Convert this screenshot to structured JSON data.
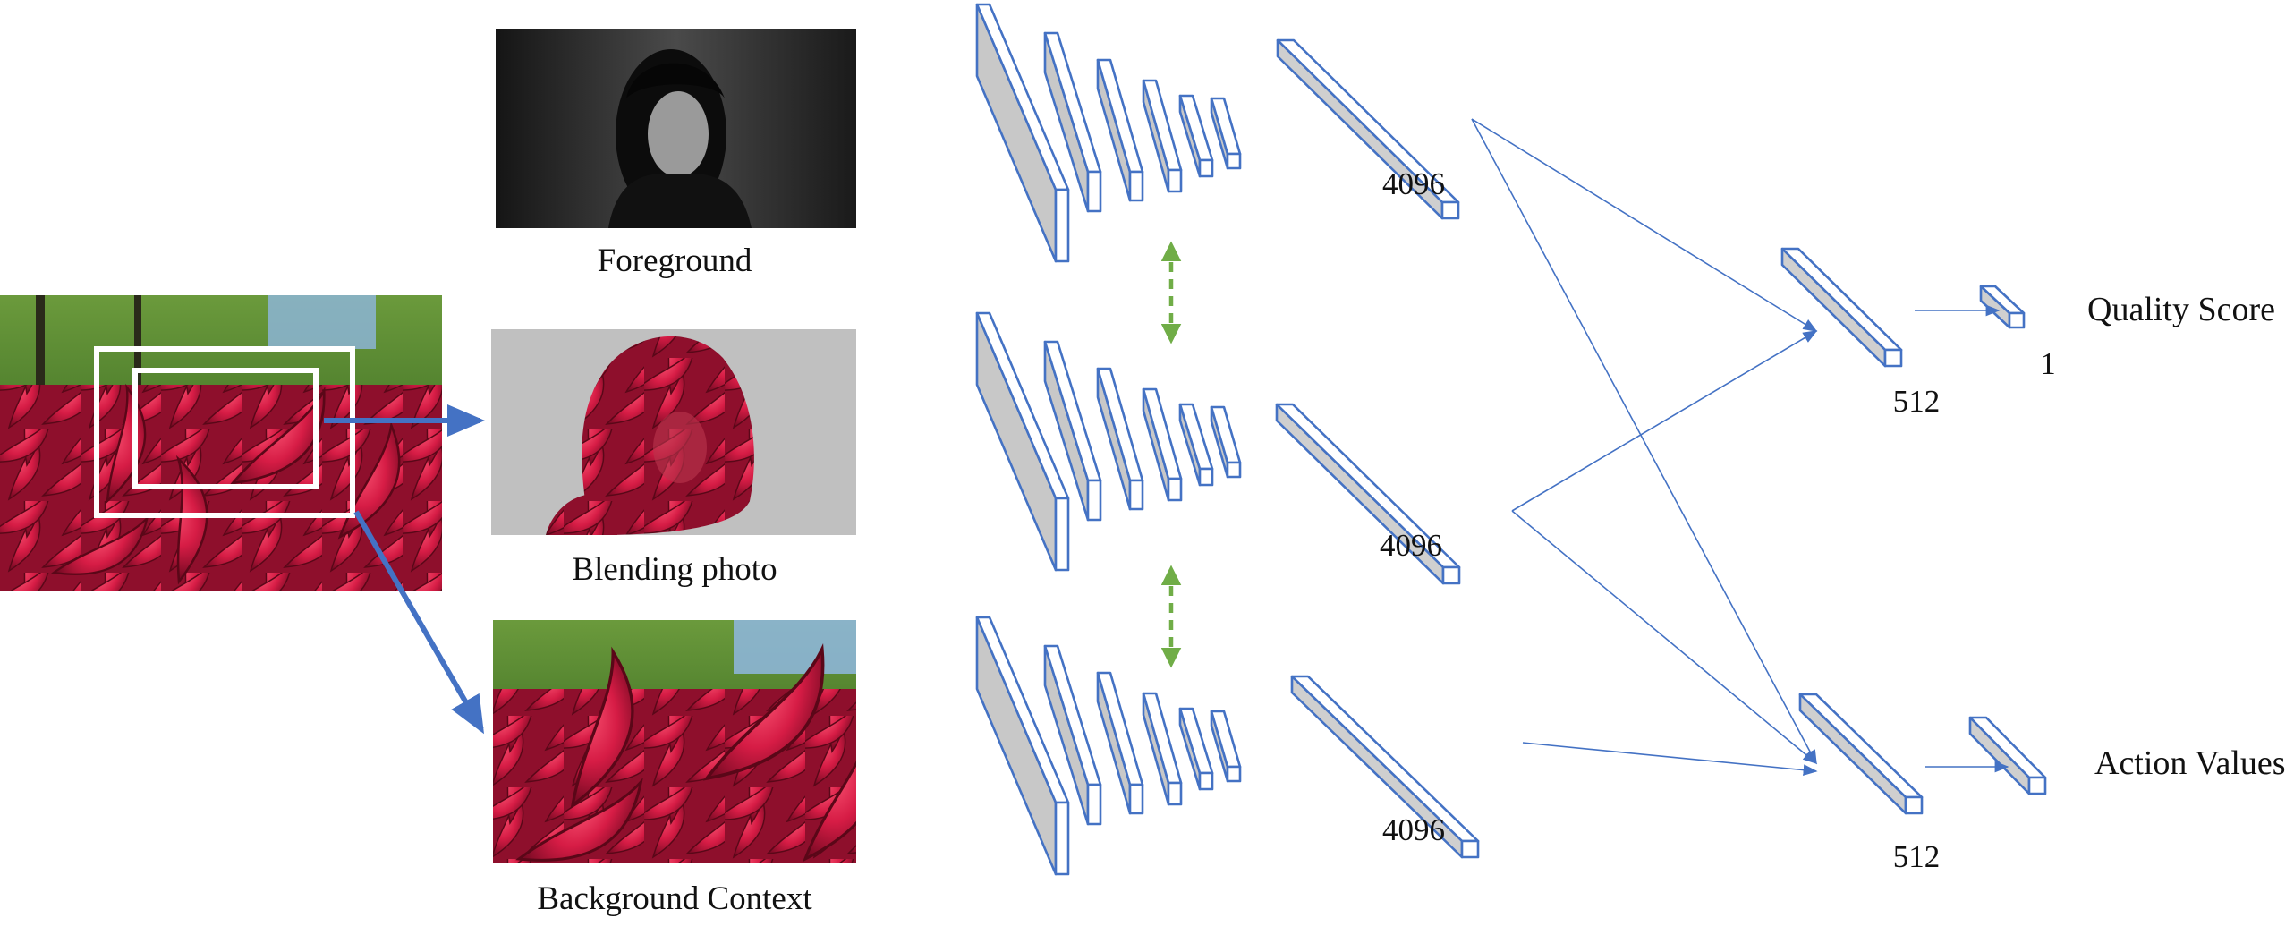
{
  "images": {
    "source_photo": "source photo of red leaves with two white crop boxes",
    "foreground": "Foreground",
    "blending": "Blending photo",
    "background": "Background Context"
  },
  "labels": {
    "foreground": "Foreground",
    "blending": "Blending photo",
    "background": "Background Context",
    "fc1_top": "4096",
    "fc1_mid": "4096",
    "fc1_bot": "4096",
    "fc2_quality": "512",
    "fc2_action": "512",
    "quality_out_size": "1",
    "quality_score": "Quality Score",
    "action_values": "Action Values"
  },
  "colors": {
    "network_stroke": "#4472c4",
    "weight_sharing": "#70ad47",
    "layer_fill": "#c8c8c8",
    "crop_box": "#ffffff"
  }
}
